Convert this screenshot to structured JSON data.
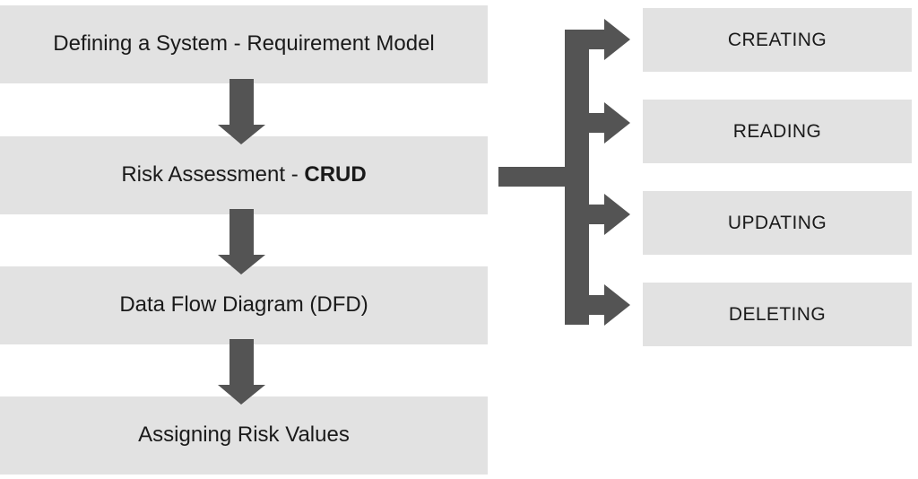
{
  "diagram": {
    "title": "Defining a System - Requirement Model flow with CRUD risk assessment branches",
    "colors": {
      "box_fill": "#e2e2e2",
      "arrow_fill": "#545454",
      "text": "#1a1a1a",
      "background": "#ffffff"
    },
    "process_steps": [
      {
        "label": "Defining a System - Requirement Model",
        "emphasis": ""
      },
      {
        "label": "Risk Assessment - ",
        "emphasis": "CRUD"
      },
      {
        "label": "Data Flow Diagram (DFD)",
        "emphasis": ""
      },
      {
        "label": "Assigning Risk Values",
        "emphasis": ""
      }
    ],
    "crud_operations": [
      {
        "label": "CREATING"
      },
      {
        "label": "READING"
      },
      {
        "label": "UPDATING"
      },
      {
        "label": "DELETING"
      }
    ],
    "connectors": {
      "down_arrows": 3,
      "branch_arrows": 4,
      "stem_label": "branch-stem-from-risk-assessment"
    }
  }
}
